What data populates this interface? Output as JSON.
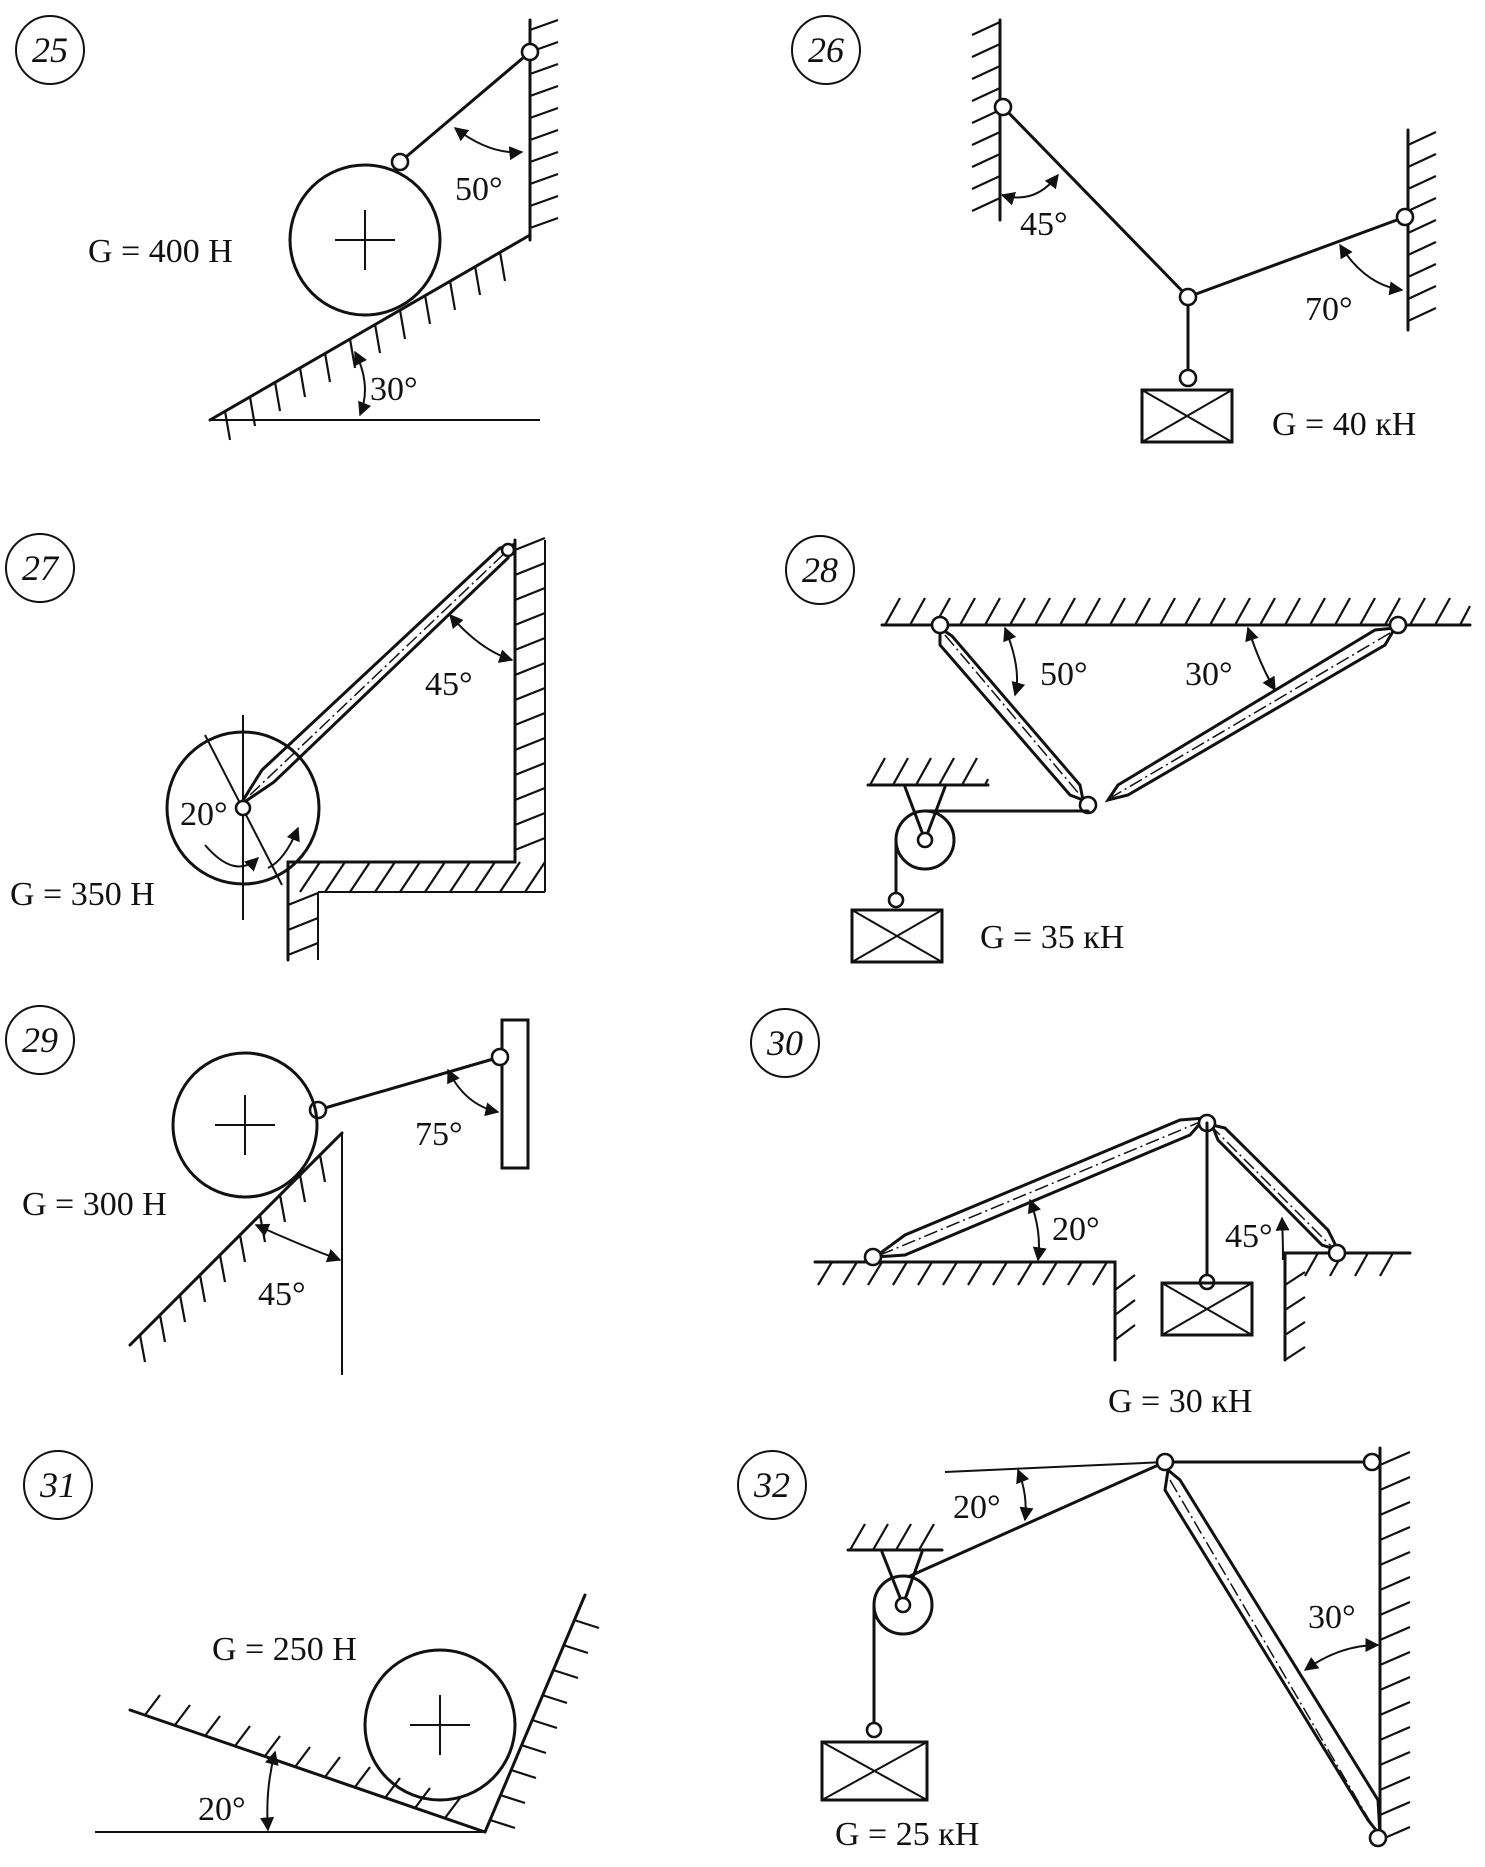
{
  "problems": [
    {
      "number": "25",
      "load": "G = 400 H",
      "angles": [
        "50°",
        "30°"
      ]
    },
    {
      "number": "26",
      "load": "G = 40 кН",
      "angles": [
        "45°",
        "70°"
      ]
    },
    {
      "number": "27",
      "load": "G = 350 H",
      "angles": [
        "45°",
        "20°"
      ]
    },
    {
      "number": "28",
      "load": "G = 35 кН",
      "angles": [
        "50°",
        "30°"
      ]
    },
    {
      "number": "29",
      "load": "G = 300 H",
      "angles": [
        "75°",
        "45°"
      ]
    },
    {
      "number": "30",
      "load": "G = 30 кН",
      "angles": [
        "20°",
        "45°"
      ]
    },
    {
      "number": "31",
      "load": "G = 250 H",
      "angles": [
        "20°"
      ]
    },
    {
      "number": "32",
      "load": "G = 25 кН",
      "angles": [
        "20°",
        "30°"
      ]
    }
  ]
}
